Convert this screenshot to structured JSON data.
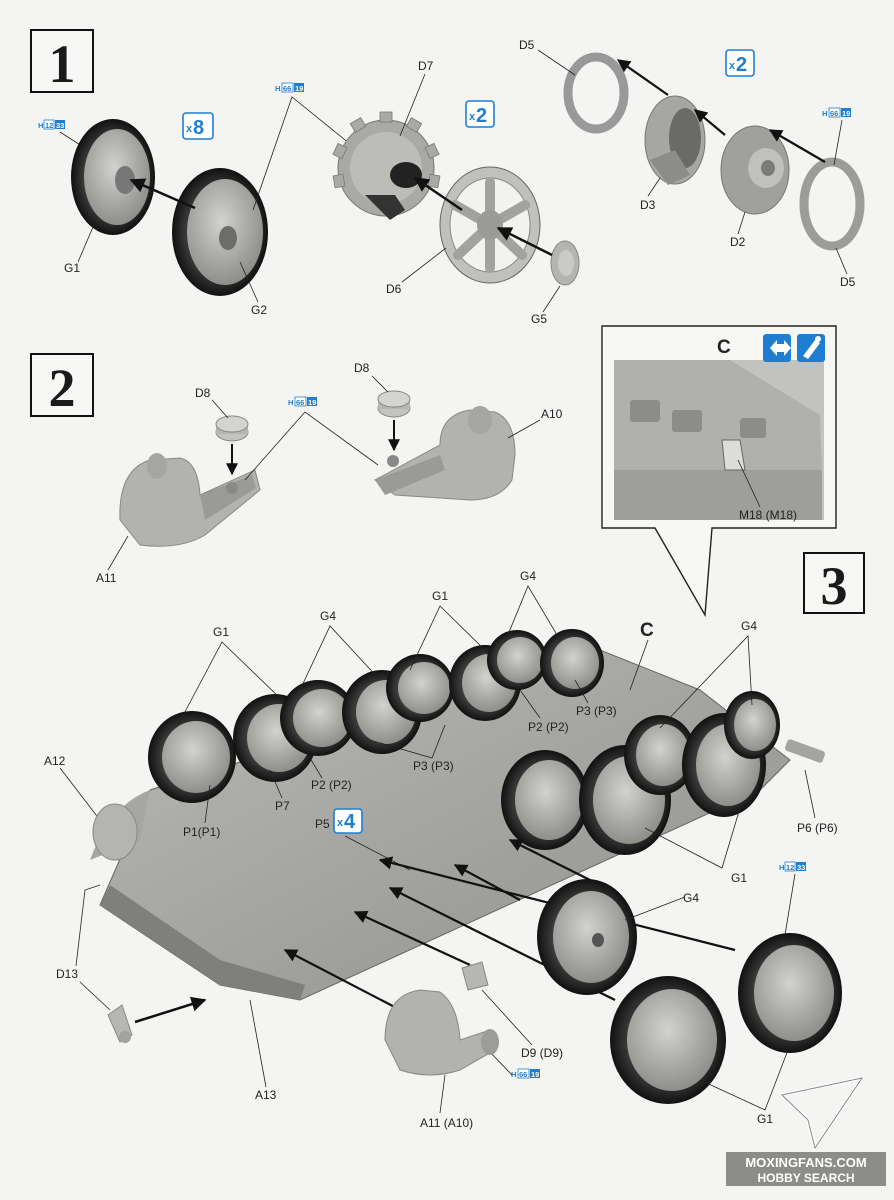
{
  "steps": {
    "s1": "1",
    "s2": "2",
    "s3": "3"
  },
  "quantities": {
    "q_wheels": "8",
    "q_sprocket": "2",
    "q_idler": "2",
    "q_p5": "4"
  },
  "paint": {
    "h": "H",
    "h12": "12",
    "c33": "33",
    "h66": "66",
    "c19": "19"
  },
  "labels": {
    "step1": {
      "g1": "G1",
      "g2": "G2",
      "d7": "D7",
      "d6": "D6",
      "g5": "G5",
      "d5_top": "D5",
      "d3": "D3",
      "d2": "D2",
      "d5_bottom": "D5"
    },
    "step2": {
      "d8_left": "D8",
      "d8_right": "D8",
      "a10": "A10",
      "a11": "A11"
    },
    "inset": {
      "hull": "C",
      "m18": "M18 (M18)"
    },
    "step3": {
      "hull": "C",
      "g1_a": "G1",
      "g4_a": "G4",
      "g1_b": "G1",
      "g4_b": "G4",
      "g4_c": "G4",
      "a12": "A12",
      "p1": "P1(P1)",
      "p7": "P7",
      "p2_a": "P2 (P2)",
      "p3_a": "P3 (P3)",
      "p2_b": "P2 (P2)",
      "p3_b": "P3 (P3)",
      "p5": "P5",
      "p6": "P6 (P6)",
      "g1_c": "G1",
      "g4_d": "G4",
      "d13": "D13",
      "a13": "A13",
      "a11a10": "A11 (A10)",
      "d9": "D9 (D9)",
      "g1_d": "G1"
    }
  },
  "watermark": {
    "line1": "MOXINGFANS.COM",
    "line2": "HOBBY SEARCH"
  }
}
